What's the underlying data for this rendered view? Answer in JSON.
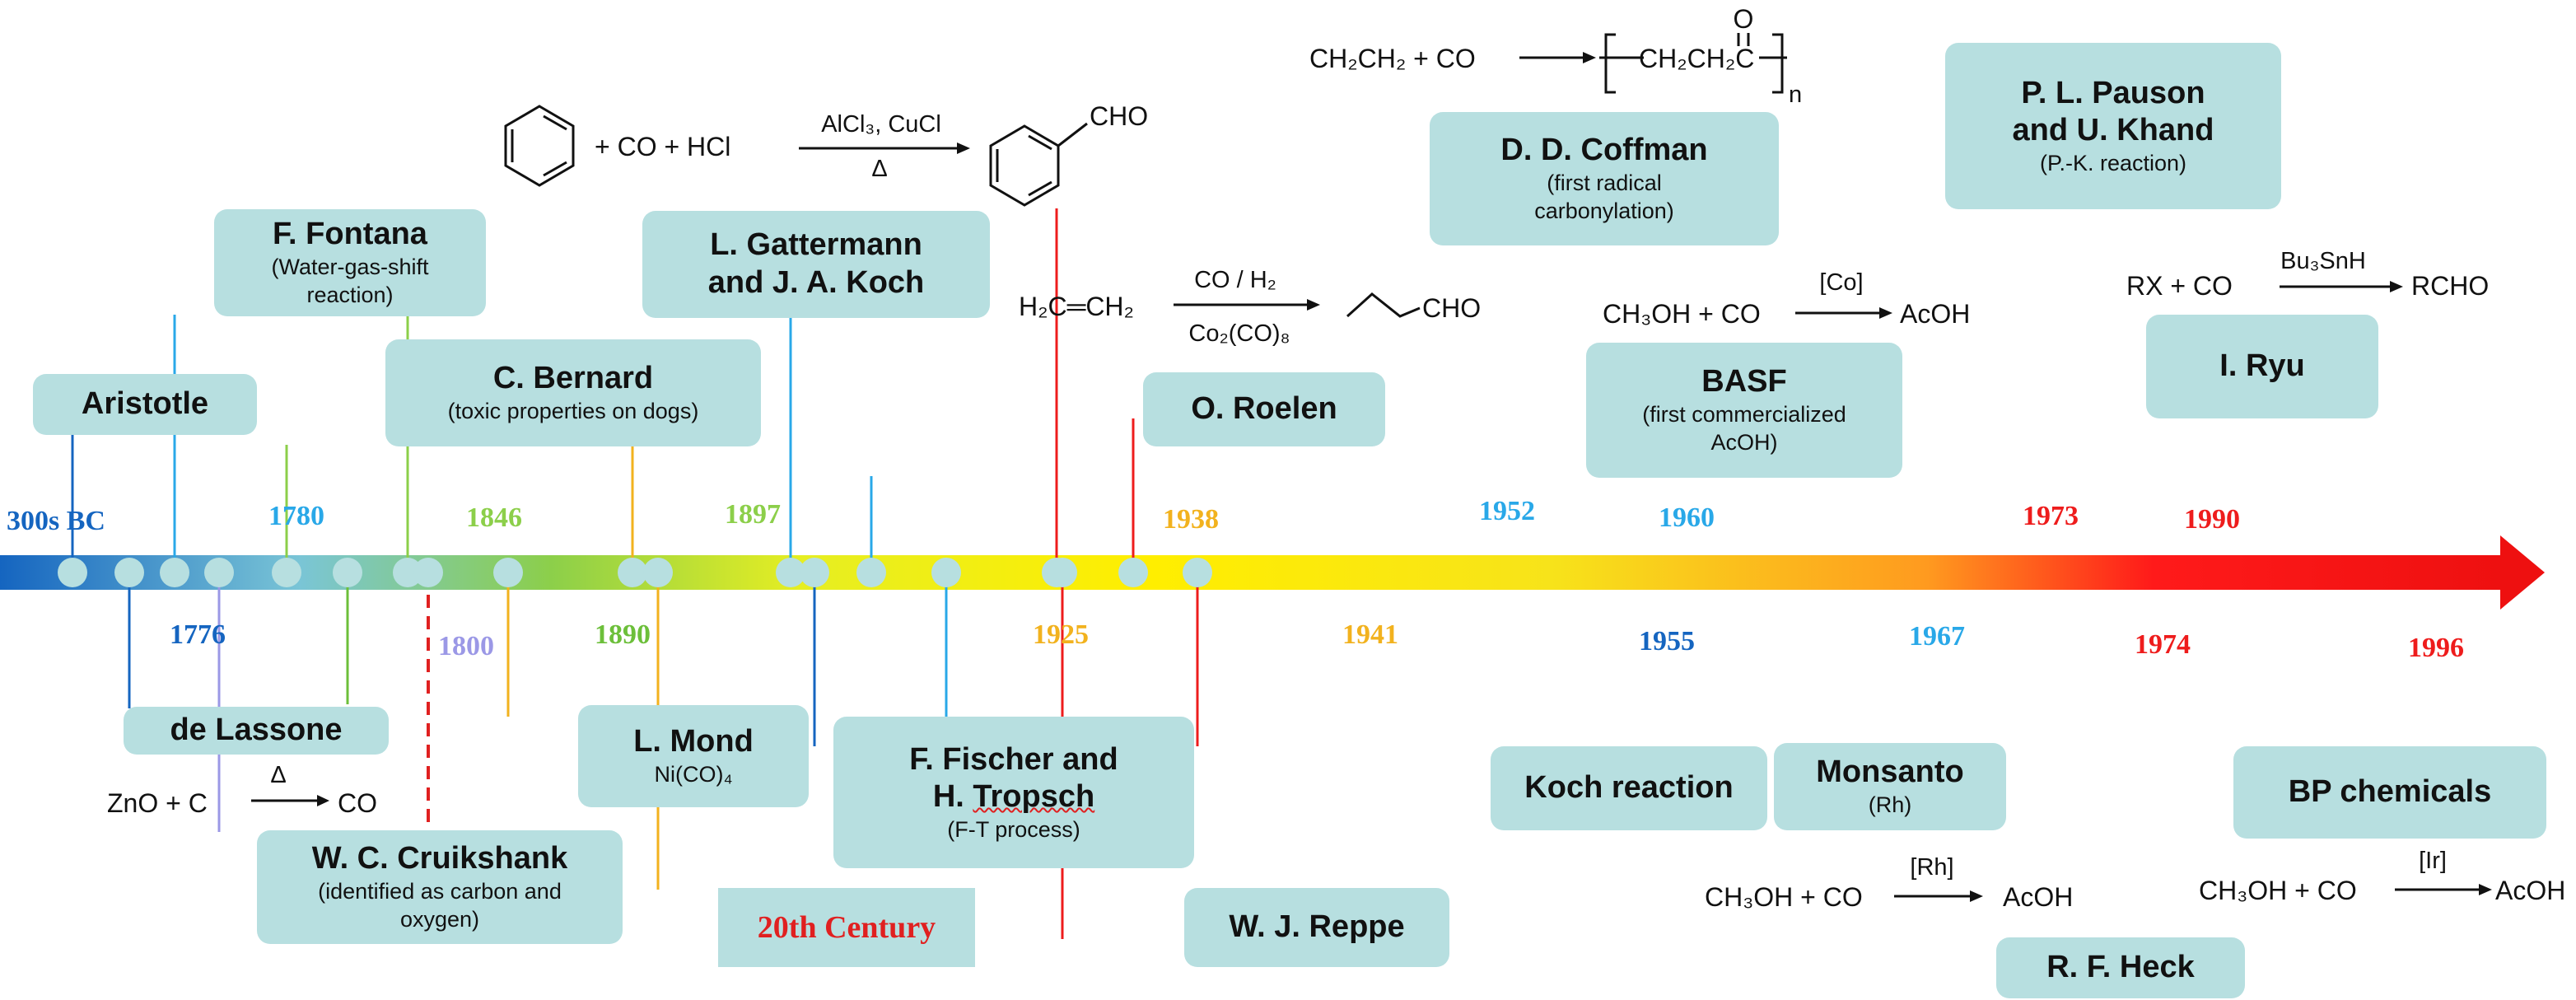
{
  "timeline": {
    "gradient": [
      "#1565c0",
      "#7ac5d6",
      "#8ccf4a",
      "#e6ee22",
      "#ffee00",
      "#f7e31a",
      "#ff9a1f",
      "#ff1a1a",
      "#ee1010"
    ],
    "nodes": [
      {
        "year": "300s BC",
        "name": "Aristotle",
        "sub": "",
        "color": "#1565c0"
      },
      {
        "year": "1776",
        "name": "de Lassone",
        "sub": "",
        "color": "#1565c0"
      },
      {
        "year": "1780",
        "name": "F. Fontana",
        "sub": "(Water-gas-shift reaction)",
        "color": "#29a8e8"
      },
      {
        "year": "1800",
        "name": "W. C. Cruikshank",
        "sub": "(identified as carbon and oxygen)",
        "color": "#9b98e6"
      },
      {
        "year": "1846",
        "name": "C. Bernard",
        "sub": "(toxic properties on dogs)",
        "color": "#8ccf4a"
      },
      {
        "year": "1890",
        "name": "L. Mond",
        "sub": "Ni(CO)₄",
        "color": "#6cbf3a"
      },
      {
        "year": "1897",
        "name_line1": "L. Gattermann",
        "name_line2": "and J. A. Koch",
        "color": "#8ccf4a"
      },
      {
        "year": "1925",
        "name_line1": "F. Fischer and",
        "name_line2a": "H. ",
        "name_line2b": "Tropsch",
        "sub": "(F-T process)",
        "color": "#f2b21e"
      },
      {
        "year": "1938",
        "name": "O. Roelen",
        "sub": "",
        "color": "#f2b21e"
      },
      {
        "year": "1941",
        "name": "W. J. Reppe",
        "sub": "",
        "color": "#f2b21e"
      },
      {
        "year": "1952",
        "name": "D. D. Coffman",
        "sub": "(first radical carbonylation)",
        "color": "#29a8e8"
      },
      {
        "year": "1955",
        "name": "Koch reaction",
        "sub": "",
        "color": "#1565c0"
      },
      {
        "year": "1960",
        "name": "BASF",
        "sub": "(first commercialized AcOH)",
        "color": "#29a8e8"
      },
      {
        "year": "1967",
        "name": "Monsanto",
        "sub": "(Rh)",
        "color": "#29a8e8"
      },
      {
        "year": "1973",
        "name_line1": "P. L. Pauson",
        "name_line2": "and U. Khand",
        "sub": "(P.-K. reaction)",
        "color": "#ee1c1c"
      },
      {
        "year": "1974",
        "name": "R. F. Heck",
        "sub": "",
        "color": "#ee1c1c"
      },
      {
        "year": "1990",
        "name": "I. Ryu",
        "sub": "",
        "color": "#ee1c1c"
      },
      {
        "year": "1996",
        "name": "BP chemicals",
        "sub": "",
        "color": "#ee1c1c"
      }
    ],
    "century_label": "20th Century",
    "century_color": "#e02020"
  },
  "equations": {
    "lassone": {
      "lhs": "ZnO  +  C",
      "cond": "Δ",
      "rhs": "CO"
    },
    "gattermann": {
      "plus_co": "+  CO  +  HCl",
      "cond_top": "AlCl₃, CuCl",
      "cond_bottom": "Δ",
      "product": "CHO"
    },
    "roelen": {
      "lhs": "H₂C═CH₂",
      "cond_top": "CO / H₂",
      "cond_bottom": "Co₂(CO)₈",
      "product": "CHO"
    },
    "coffman": {
      "lhs": "CH₂CH₂  +  CO",
      "unit": "CH₂CH₂C",
      "oxygen": "O",
      "subscript": "n"
    },
    "basf": {
      "lhs": "CH₃OH  +  CO",
      "cond": "[Co]",
      "rhs": "AcOH"
    },
    "ryu": {
      "lhs": "RX  +  CO",
      "cond": "Bu₃SnH",
      "rhs": "RCHO"
    },
    "monsanto": {
      "lhs": "CH₃OH  +  CO",
      "cond": "[Rh]",
      "rhs": "AcOH"
    },
    "bp": {
      "lhs": "CH₃OH  +  CO",
      "cond": "[Ir]",
      "rhs": "AcOH"
    }
  }
}
